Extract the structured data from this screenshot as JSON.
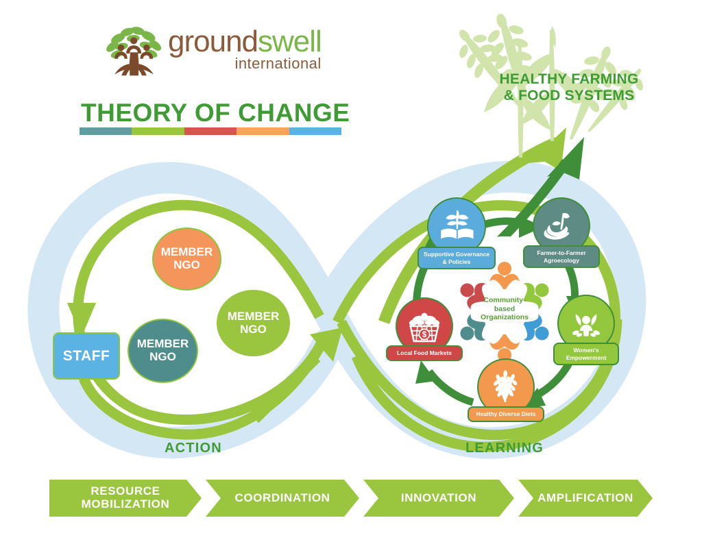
{
  "brand": {
    "word_part1": "ground",
    "word_part2": "swell",
    "subtitle": "international",
    "logo_icon": "tree-with-people-icon"
  },
  "header": {
    "title": "THEORY OF CHANGE",
    "accent_colors": [
      "#5f9ea0",
      "#9ac63f",
      "#d6564f",
      "#f4a45c",
      "#5bb3e4"
    ]
  },
  "goal": {
    "title_line1": "HEALTHY FARMING",
    "title_line2": "& FOOD SYSTEMS",
    "decoration_icon": "wheat-stalks-icon"
  },
  "loops": {
    "action_label": "ACTION",
    "learning_label": "LEARNING",
    "band_color": "#d4e7f4",
    "arrow_color": "#9ac63f"
  },
  "action_side": {
    "staff": {
      "label": "STAFF",
      "color": "#5bb3e4"
    },
    "member_ngos": [
      {
        "line1": "MEMBER",
        "line2": "NGO",
        "color": "#f4955b"
      },
      {
        "line1": "MEMBER",
        "line2": "NGO",
        "color": "#4f8c8c"
      },
      {
        "line1": "MEMBER",
        "line2": "NGO",
        "color": "#9ac63f"
      }
    ]
  },
  "learning_side": {
    "center": {
      "line1": "Community-",
      "line2": "based",
      "line3": "Organizations",
      "color": "#5a9e32"
    },
    "nodes": [
      {
        "line1": "Supportive Governance",
        "line2": "& Policies",
        "color": "#5bacdc",
        "icon": "plant-in-open-book-icon",
        "position": "top-left"
      },
      {
        "line1": "Farmer-to-Farmer",
        "line2": "Agroecology",
        "color": "#5e8b84",
        "icon": "hand-holding-seedling-icon",
        "position": "top-right"
      },
      {
        "line1": "Women's",
        "line2": "Empowerment",
        "color": "#93c83e",
        "icon": "woman-raising-arms-icon",
        "position": "right"
      },
      {
        "line1": "Healthy Diverse Diets",
        "line2": "",
        "color": "#f3994e",
        "icon": "wheat-sheaf-icon",
        "position": "bottom"
      },
      {
        "line1": "Local Food Markets",
        "line2": "",
        "color": "#cf4747",
        "icon": "produce-basket-with-dollar-icon",
        "position": "left"
      }
    ],
    "inner_arrow_color": "#3f8f3a"
  },
  "process_steps": [
    {
      "line1": "RESOURCE",
      "line2": "MOBILIZATION"
    },
    {
      "line1": "COORDINATION",
      "line2": ""
    },
    {
      "line1": "INNOVATION",
      "line2": ""
    },
    {
      "line1": "AMPLIFICATION",
      "line2": ""
    }
  ]
}
